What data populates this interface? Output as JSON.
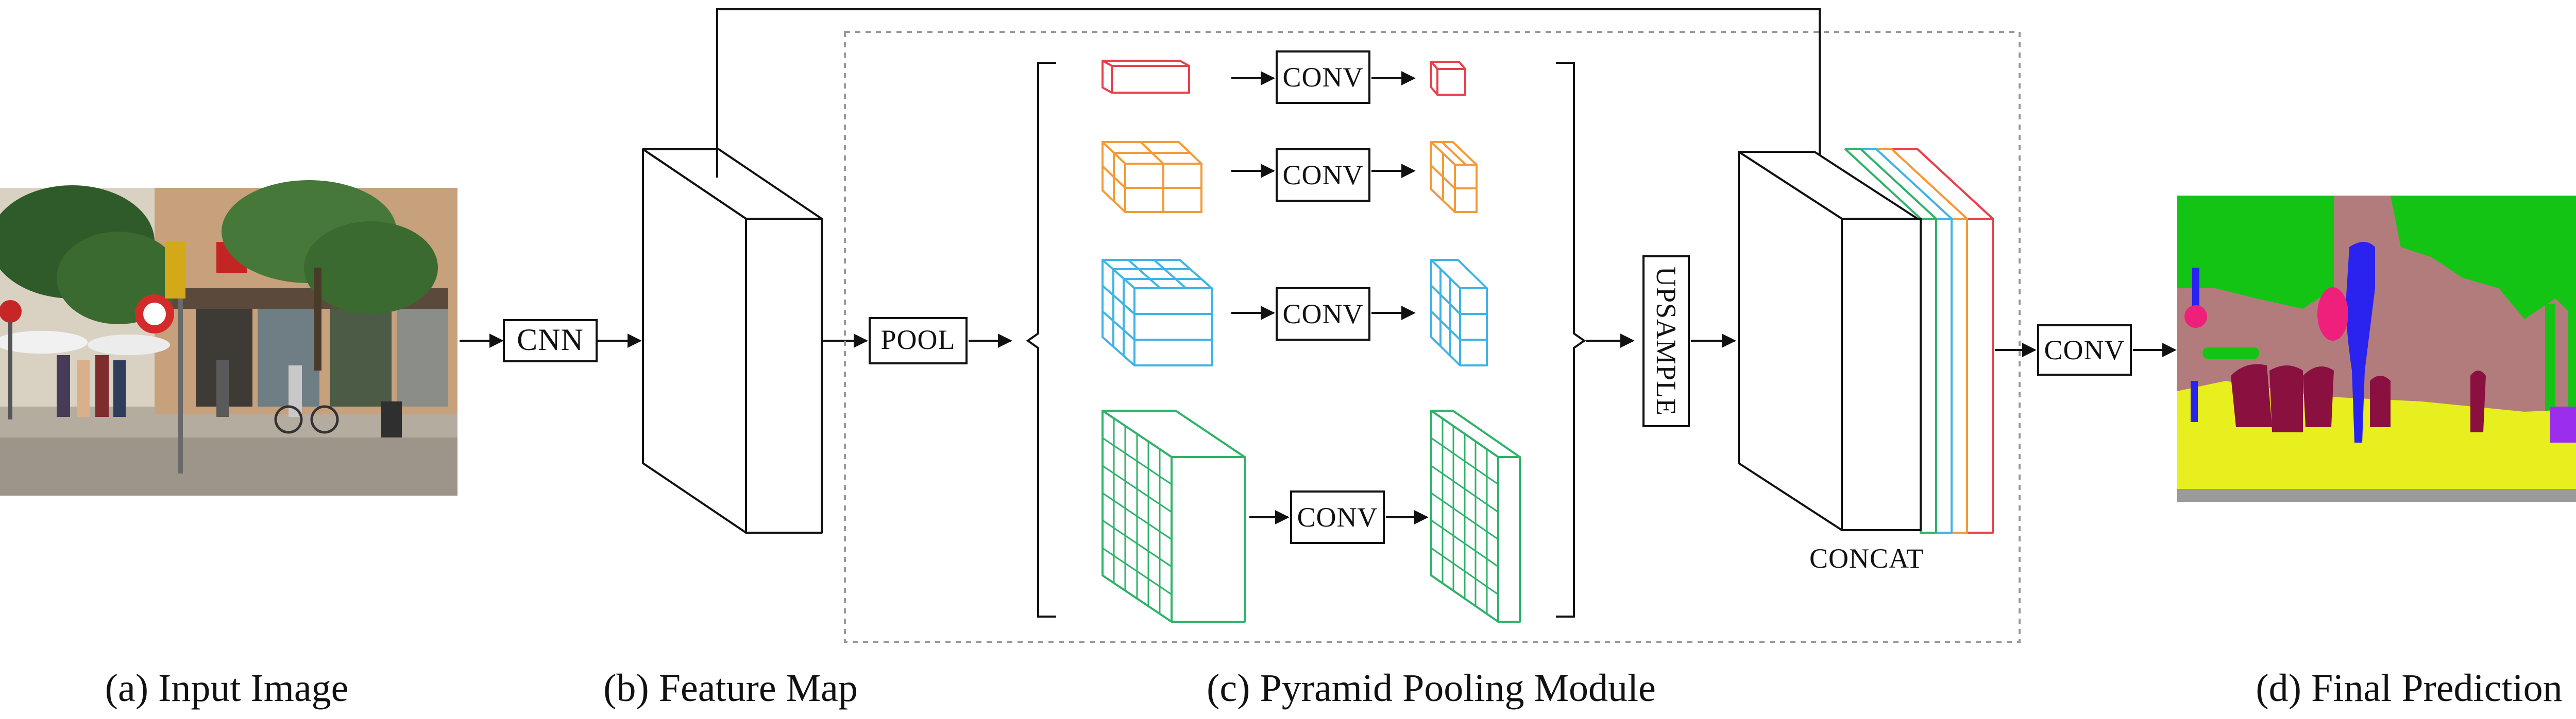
{
  "stages": {
    "cnn_label": "CNN",
    "pool_label": "POOL",
    "conv_label": "CONV",
    "upsample_label": "UPSAMPLE",
    "concat_label": "CONCAT",
    "final_conv_label": "CONV"
  },
  "captions": {
    "input": "(a) Input Image",
    "feature_map": "(b) Feature Map",
    "ppm": "(c) Pyramid Pooling Module",
    "prediction": "(d) Final Prediction"
  },
  "colors": {
    "level_1": "#e8414b",
    "level_2": "#f29b38",
    "level_3": "#3fb3e6",
    "level_4": "#2fb26a",
    "stroke": "#111111",
    "dashed_border": "#999999",
    "seg_green": "#14c414",
    "seg_mauve": "#b37c7c",
    "seg_yellow": "#e7ef1e",
    "seg_blue": "#2a22ee",
    "seg_magenta": "#ef1f7c",
    "seg_maroon": "#8a1040",
    "seg_purple": "#9b2dee",
    "seg_gray": "#9a9a9a"
  }
}
